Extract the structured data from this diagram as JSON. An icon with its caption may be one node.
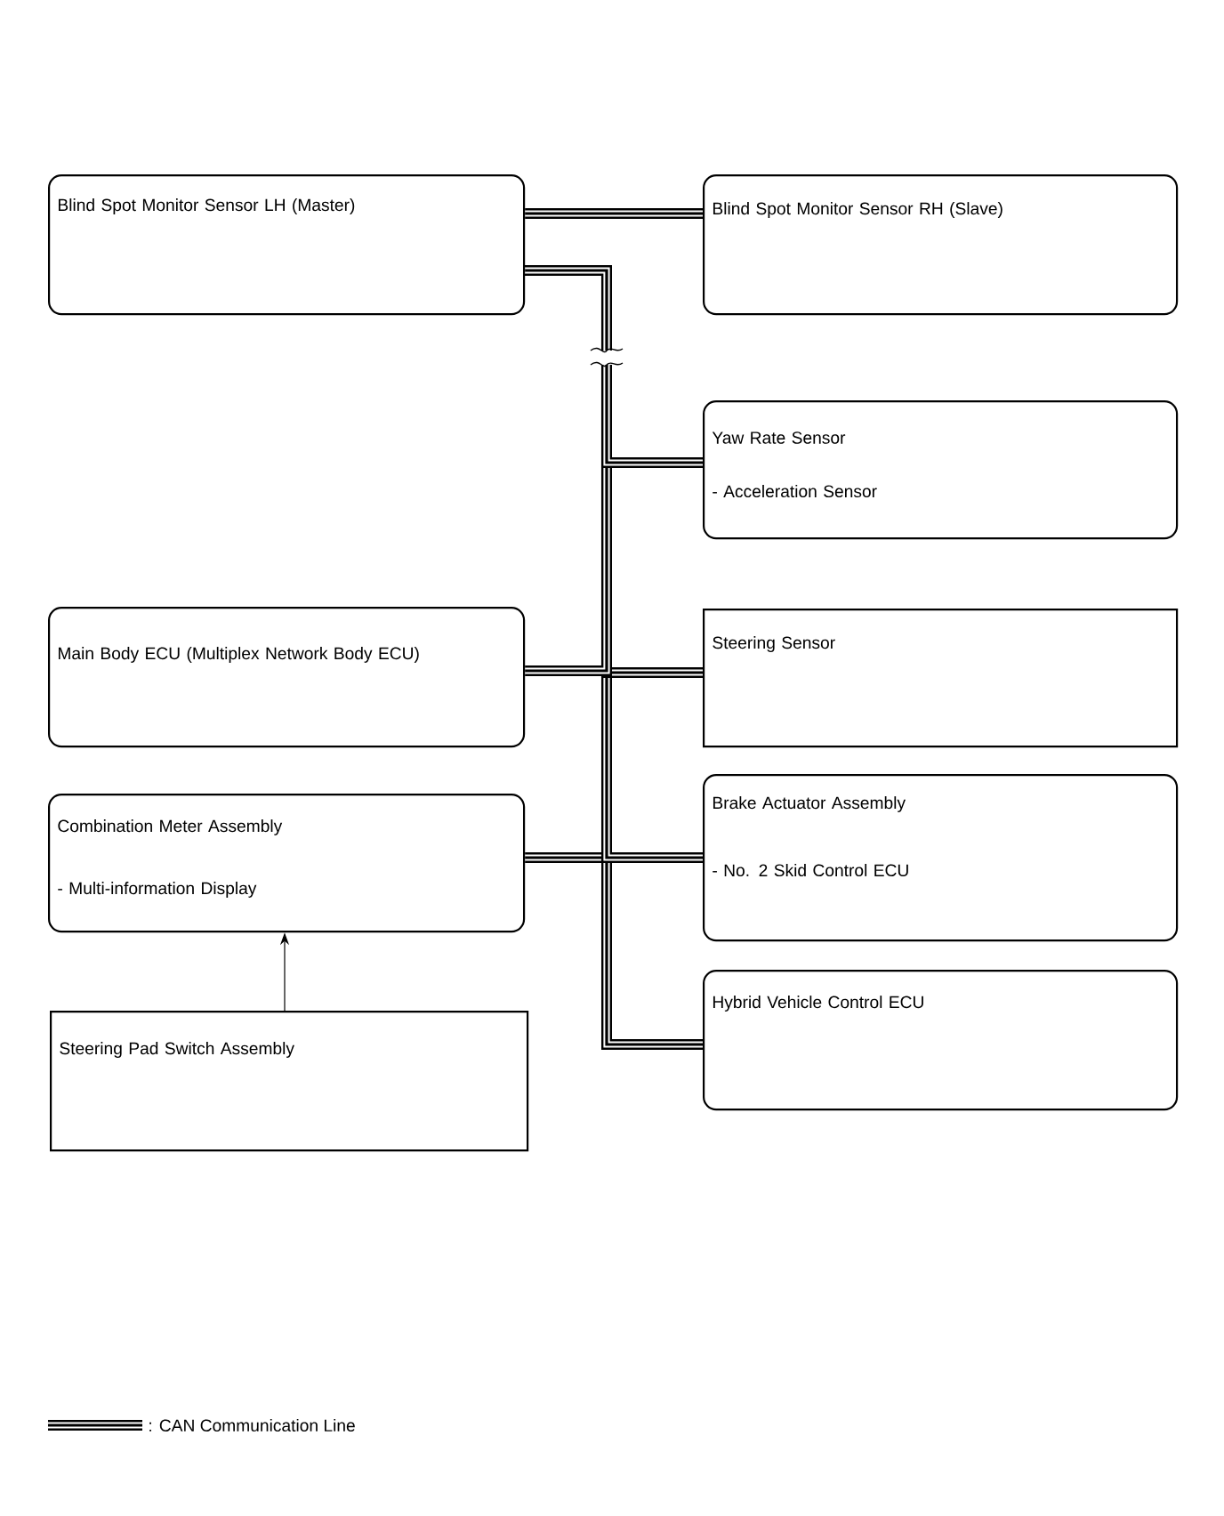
{
  "diagram": {
    "nodes": [
      {
        "text": [
          "Blind Spot Monitor Sensor LH (Master)"
        ]
      },
      {
        "text": [
          "Blind Spot Monitor Sensor RH (Slave)"
        ]
      },
      {
        "text": [
          "Yaw Rate Sensor",
          "- Acceleration Sensor"
        ]
      },
      {
        "text": [
          "Main Body ECU (Multiplex Network Body ECU)"
        ]
      },
      {
        "text": [
          "Steering Sensor"
        ]
      },
      {
        "text": [
          "Combination Meter Assembly",
          "- Multi-information Display"
        ]
      },
      {
        "text": [
          "Brake Actuator Assembly",
          "- No. 2 Skid Control ECU"
        ]
      },
      {
        "text": [
          "Steering Pad Switch Assembly"
        ]
      },
      {
        "text": [
          "Hybrid Vehicle Control ECU"
        ]
      }
    ],
    "edges": [
      {
        "from": 0,
        "to": 1,
        "arrow": "none"
      },
      {
        "from": 0,
        "to": 2,
        "arrow": "none"
      },
      {
        "from": 0,
        "to": 3,
        "arrow": "none"
      },
      {
        "from": 0,
        "to": 4,
        "arrow": "none"
      },
      {
        "from": 0,
        "to": 5,
        "arrow": "none"
      },
      {
        "from": 0,
        "to": 6,
        "arrow": "none"
      },
      {
        "from": 0,
        "to": 8,
        "arrow": "none"
      },
      {
        "from": 7,
        "to": 5,
        "arrow": "to"
      }
    ],
    "legend": [
      {
        "text": ": CAN Communication Line"
      }
    ]
  }
}
